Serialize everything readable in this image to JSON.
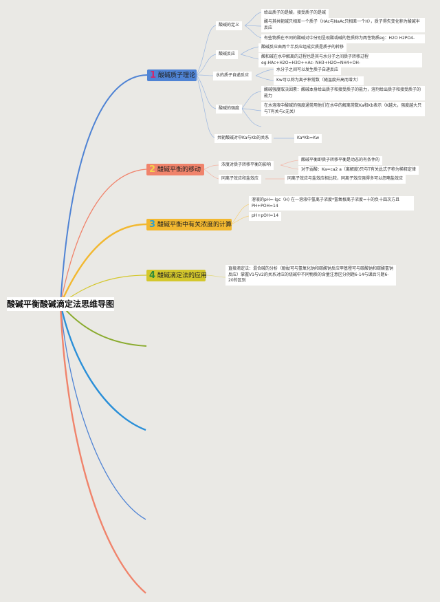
{
  "title": "酸碱平衡酸碱滴定法思维导图",
  "branches": [
    {
      "num": "1",
      "label": "酸碱质子理论",
      "children": [
        {
          "label": "酸碱的定义",
          "items": [
            "给出质子的是酸，接受质子的是碱",
            "酸与其共轭碱只相差一个质子（HAc与NaAc只相差一个H），质子得失变化称为酸碱半反应",
            "有些物质在不同的酸碱对中分别呈现酸或碱的性质称为两性物质eg：H2O H2PO4-"
          ]
        },
        {
          "label": "酸碱反应",
          "items": [
            "酸碱反应由两个半反应组成实质是质子的转移",
            "酸和碱在水中解离的过程也是其与水分子之间质子转移过程eg:HAc+H2O=H3O++Ac- NH3+H2O=NH4+OH-"
          ]
        },
        {
          "label": "水的质子自递反应",
          "items": [
            "水分子之间可以发生质子自递反应",
            "Kw可以称为离子积常数（随温度升高而增大）"
          ]
        },
        {
          "label": "酸碱的强度",
          "items": [
            "酸碱强度取决因素：酸碱本身给出质子和接受质子的能力，溶剂给出质子和接受质子的能力",
            "在水溶液中酸碱的强度通常用他们在水中的解离常数Ka和Kb表示（K越大，强度越大只与T有关与c无关）"
          ]
        },
        {
          "label": "共轭酸碱对中Ka与Kb的关系",
          "items": [
            "Ka*Kb=Kw"
          ]
        }
      ]
    },
    {
      "num": "2",
      "label": "酸碱平衡的移动",
      "children": [
        {
          "label": "浓度对质子转移平衡的影响",
          "items": [
            "酸碱平衡即质子转移平衡是动态的有条件的",
            "对于弱酸：Ka=ca2 a（离解度)只与T有关此式子称为稀释定律"
          ]
        },
        {
          "label": "同离子效应和盐效应",
          "items": [
            "同离子效应与盐效应相比较，同离子效应强得多可以忽略盐效应"
          ]
        }
      ]
    },
    {
      "num": "3",
      "label": "酸碱平衡中有关浓度的计算",
      "items": [
        "溶液的pH=-lgc（H) 在一溶液中氢离子浓度*氢氧根离子浓度=十的负十四次方且PH+POH=14",
        "pH+pOH=14"
      ]
    },
    {
      "num": "4",
      "label": "酸碱滴定法的应用",
      "items": [
        "直接滴定法：混合碱的分析（酚酞可与氢氧化钠和碳酸钠反应甲基橙可与碳酸钠和碳酸氢钠反应）掌握V1与V2的关系对应的烧碱中不同物质的含量注意区分例题6-14与课后习题6-20的区别"
      ]
    }
  ],
  "colors": {
    "background": "#eae9e5",
    "branch1": "#4f83d4",
    "branch2": "#f0836b",
    "branch3": "#f2b830",
    "branch4": "#d4c72c",
    "empty_green": "#8aab2e",
    "empty_blue": "#2a8fd8",
    "empty_lightblue": "#4f83d4",
    "empty_orange": "#f0836b"
  }
}
